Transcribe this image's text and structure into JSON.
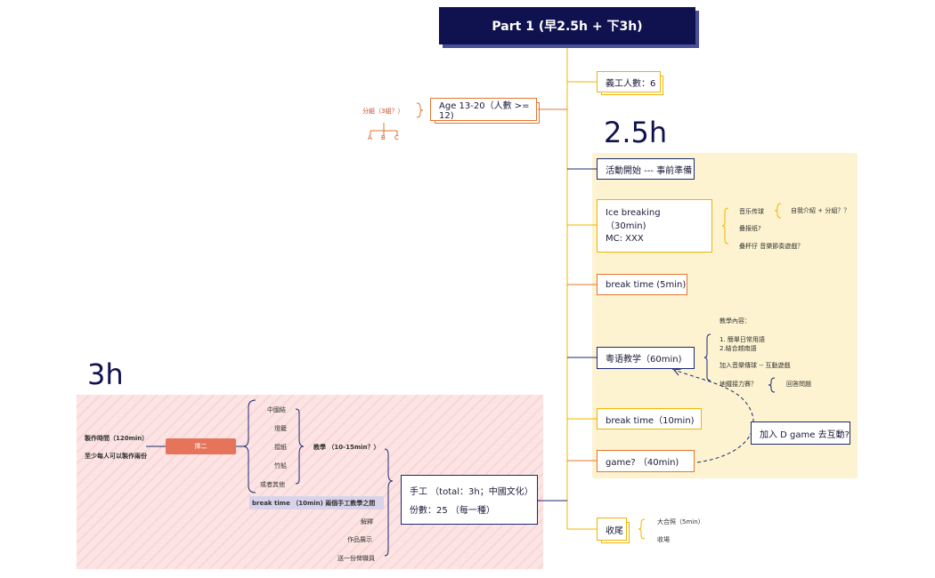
{
  "root": "Part 1 (早2.5h + 下3h)",
  "big_labels": {
    "morning": "2.5h",
    "afternoon": "3h"
  },
  "volunteers": "義工人數：6",
  "age": "Age 13-20（人數 >= 12)",
  "grouping": {
    "title": "分組（3組？）",
    "groups": [
      "A",
      "B",
      "C"
    ]
  },
  "activity_start": "活動開始 --- 事前準備",
  "ice_breaking": {
    "title": "Ice breaking （30min)",
    "mc": "MC: XXX",
    "items": [
      "音乐传球",
      "叠报纸?",
      "叠杯仔 音樂節奏遊戲？"
    ],
    "sub": "自我介紹 + 分組？？"
  },
  "break1": "break time (5min)",
  "cantonese": {
    "title": "粵语教学（60min)",
    "heading": "教學內容：",
    "items": [
      "1. 簡單日常用語",
      "2.結合越南語",
      "加入音樂傳球 -- 互動遊戲",
      "地鐵接力賽？"
    ],
    "answer": "回答問題"
  },
  "break2": "break time（10min)",
  "game": "game? （40min)",
  "game_note": "加入 D game 去互動?",
  "closing": {
    "title": "收尾",
    "items": [
      "大合照（5min)",
      "收場"
    ]
  },
  "craft": {
    "title": "手工 （total：3h；中國文化）",
    "copies": "份數：25 （每一種）",
    "teaching": "教學 （10-15min？）",
    "options": [
      "中國結",
      "燈籠",
      "摺紙",
      "竹船",
      "或者其他"
    ],
    "choose": "擇二",
    "break": "break time （10min) 兩個手工教學之間",
    "extra": [
      "解釋",
      "作品展示",
      "送一份俾職員"
    ]
  },
  "production": {
    "time": "製作時間（120min）",
    "note": "至少每人可以製作兩份"
  }
}
